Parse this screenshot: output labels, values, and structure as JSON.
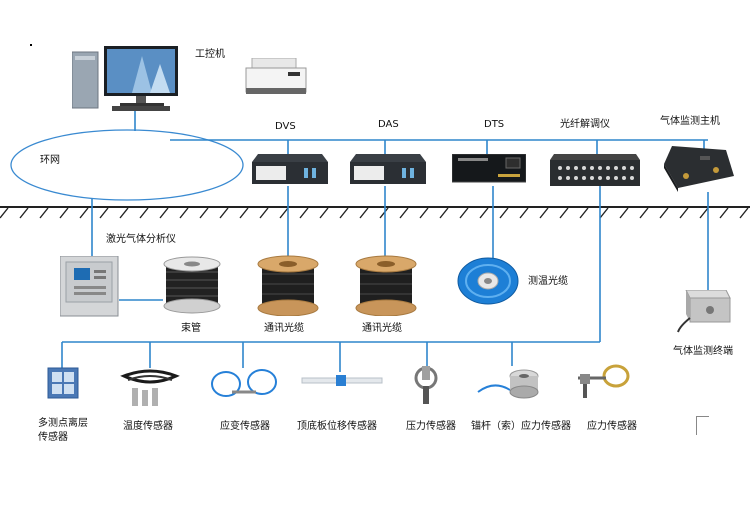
{
  "nodes": {
    "ipc": "工控机",
    "ring": "环网",
    "dvs": "DVS",
    "das": "DAS",
    "dts": "DTS",
    "demod": "光纤解调仪",
    "gas_host": "气体监测主机",
    "laser": "激光气体分析仪",
    "bundle": "束管",
    "cable1": "通讯光缆",
    "cable2": "通讯光缆",
    "temp_cable": "测温光缆",
    "gas_terminal": "气体监测终端",
    "s1a": "多测点离层",
    "s1b": "传感器",
    "s2": "温度传感器",
    "s3": "应变传感器",
    "s4": "顶底板位移传感器",
    "s5": "压力传感器",
    "s6": "锚杆（索）应力传感器",
    "s7": "应力传感器"
  },
  "colors": {
    "line": "#2f86cc",
    "ground": "#222222",
    "ring": "#3a8ad1"
  }
}
